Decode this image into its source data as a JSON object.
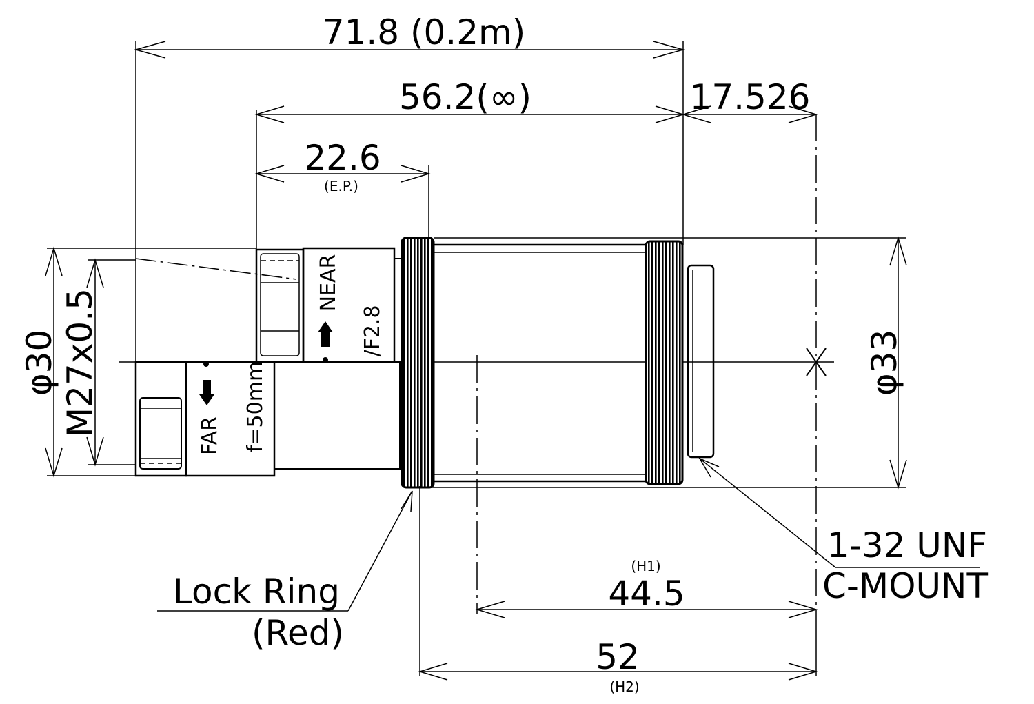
{
  "dimensions": {
    "overall_near": "71.8 (0.2m)",
    "overall_infinity": "56.2(∞)",
    "flange_back": "17.526",
    "entrance_pupil": "22.6",
    "entrance_pupil_note": "(E.P.)",
    "body_diameter": "φ33",
    "front_diameter": "φ30",
    "filter_thread": "M27x0.5",
    "h1_value": "44.5",
    "h1_label": "(H1)",
    "h2_value": "52",
    "h2_label": "(H2)"
  },
  "lens_markings": {
    "near": "NEAR",
    "far": "FAR",
    "aperture": "/F2.8",
    "focal_length": "f=50mm"
  },
  "callouts": {
    "lock_ring": "Lock Ring",
    "lock_ring_color": "(Red)",
    "mount_thread": "1-32 UNF",
    "mount_type": "C-MOUNT"
  }
}
